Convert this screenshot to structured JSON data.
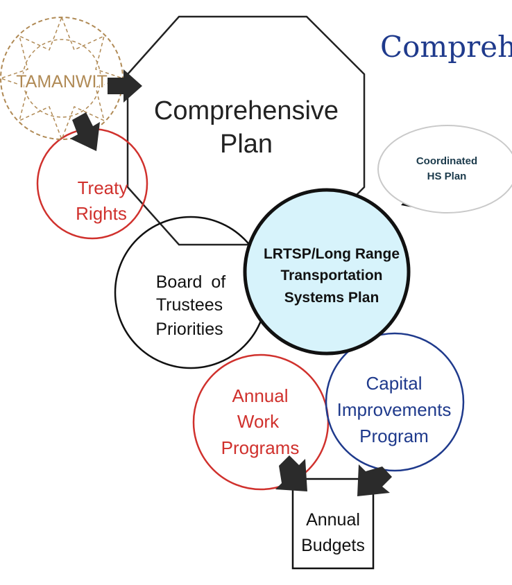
{
  "header": {
    "title": "Compreh"
  },
  "tamanwit": {
    "label": "TAMANWIT"
  },
  "comprehensive_plan": {
    "line1": "Comprehensive",
    "line2": "Plan"
  },
  "treaty_rights": {
    "line1": "Treaty",
    "line2": "Rights"
  },
  "board_priorities": {
    "line1": "Board of",
    "line2": "Trustees",
    "line3": "Priorities"
  },
  "lrtsp": {
    "line1_a": "LRTSP/Long ",
    "line1_b": "Range",
    "line2": "Transportation",
    "line3": "Systems Plan"
  },
  "coordinated_hs": {
    "line1": "Coordinated",
    "line2": "HS Plan"
  },
  "capital_improvements": {
    "line1": "Capital",
    "line2": "Improvements",
    "line3": "Program"
  },
  "annual_work": {
    "line1": "Annual",
    "line2": "Work",
    "line3": "Programs"
  },
  "annual_budgets": {
    "line1": "Annual",
    "line2": "Budgets"
  },
  "colors": {
    "title_blue": "#1f3a8c",
    "red": "#d0312d",
    "blue_circle": "#1f3a8c",
    "lrtsp_fill": "#d7f3fb",
    "tamanwit": "#b08a55",
    "arrow": "#2b2b2b"
  },
  "icons": [
    "arrow-icon"
  ]
}
